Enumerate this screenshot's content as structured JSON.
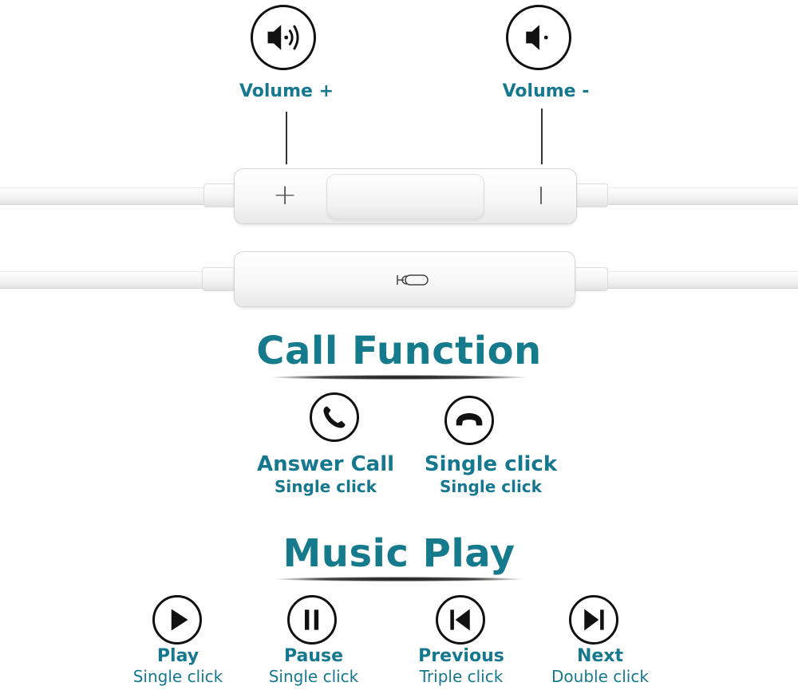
{
  "volume_controls": {
    "up": {
      "label": "Volume +",
      "icon": "volume-up-icon"
    },
    "down": {
      "label": "Volume -",
      "icon": "volume-down-icon"
    }
  },
  "remote": {
    "plus_symbol": "+",
    "minus_symbol": "|",
    "mic_icon": "microphone-icon"
  },
  "call_function": {
    "title": "Call Function",
    "items": [
      {
        "icon": "phone-answer-icon",
        "label": "Answer Call",
        "action": "Single click"
      },
      {
        "icon": "phone-hangup-icon",
        "label": "Single click",
        "action": "Single click"
      }
    ]
  },
  "music_play": {
    "title": "Music Play",
    "items": [
      {
        "icon": "play-icon",
        "label": "Play",
        "action": "Single click"
      },
      {
        "icon": "pause-icon",
        "label": "Pause",
        "action": "Single click"
      },
      {
        "icon": "previous-icon",
        "label": "Previous",
        "action": "Triple click"
      },
      {
        "icon": "next-icon",
        "label": "Next",
        "action": "Double click"
      }
    ]
  },
  "colors": {
    "accent_teal": "#16788f",
    "icon_stroke": "#111111",
    "background": "#ffffff"
  }
}
